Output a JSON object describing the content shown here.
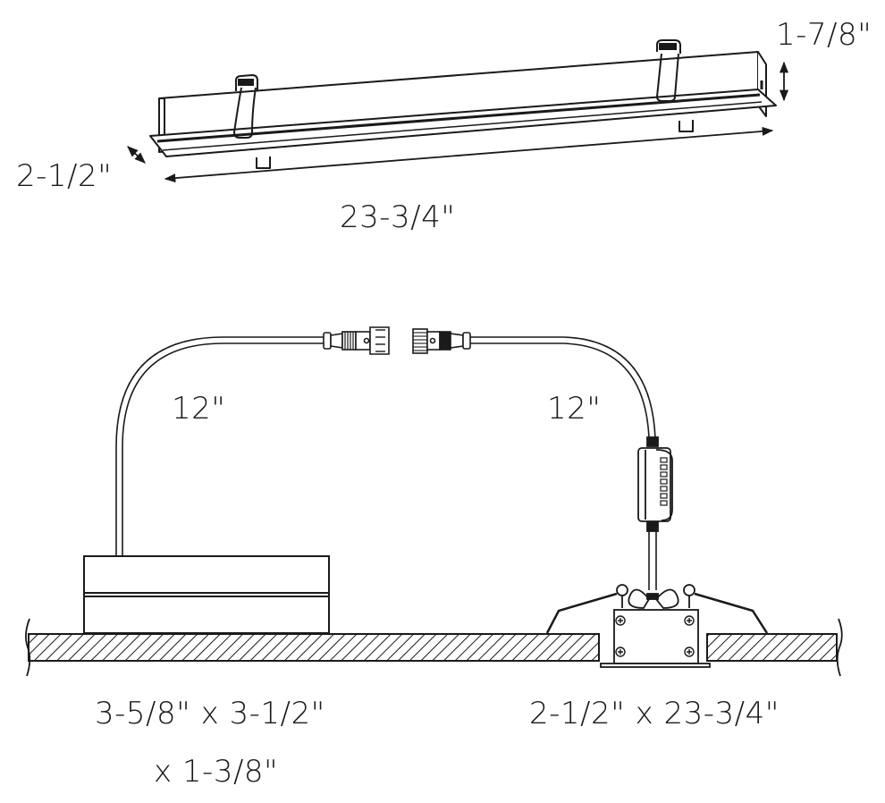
{
  "diagram": {
    "type": "product dimension diagram",
    "subject": "recessed linear LED fixture with remote driver",
    "colors": {
      "line": "#1a1a1a",
      "background": "#ffffff",
      "hatch": "#1a1a1a"
    }
  },
  "fixture_view": {
    "height_label": "1-7/8\"",
    "width_label": "2-1/2\"",
    "length_label": "23-3/4\""
  },
  "installation_view": {
    "driver_cable_label": "12\"",
    "fixture_cable_label": "12\"",
    "driver_dimensions_line1": "3-5/8\" x 3-1/2\"",
    "driver_dimensions_line2": "x 1-3/8\"",
    "fixture_dimensions": "2-1/2\" x 23-3/4\""
  }
}
